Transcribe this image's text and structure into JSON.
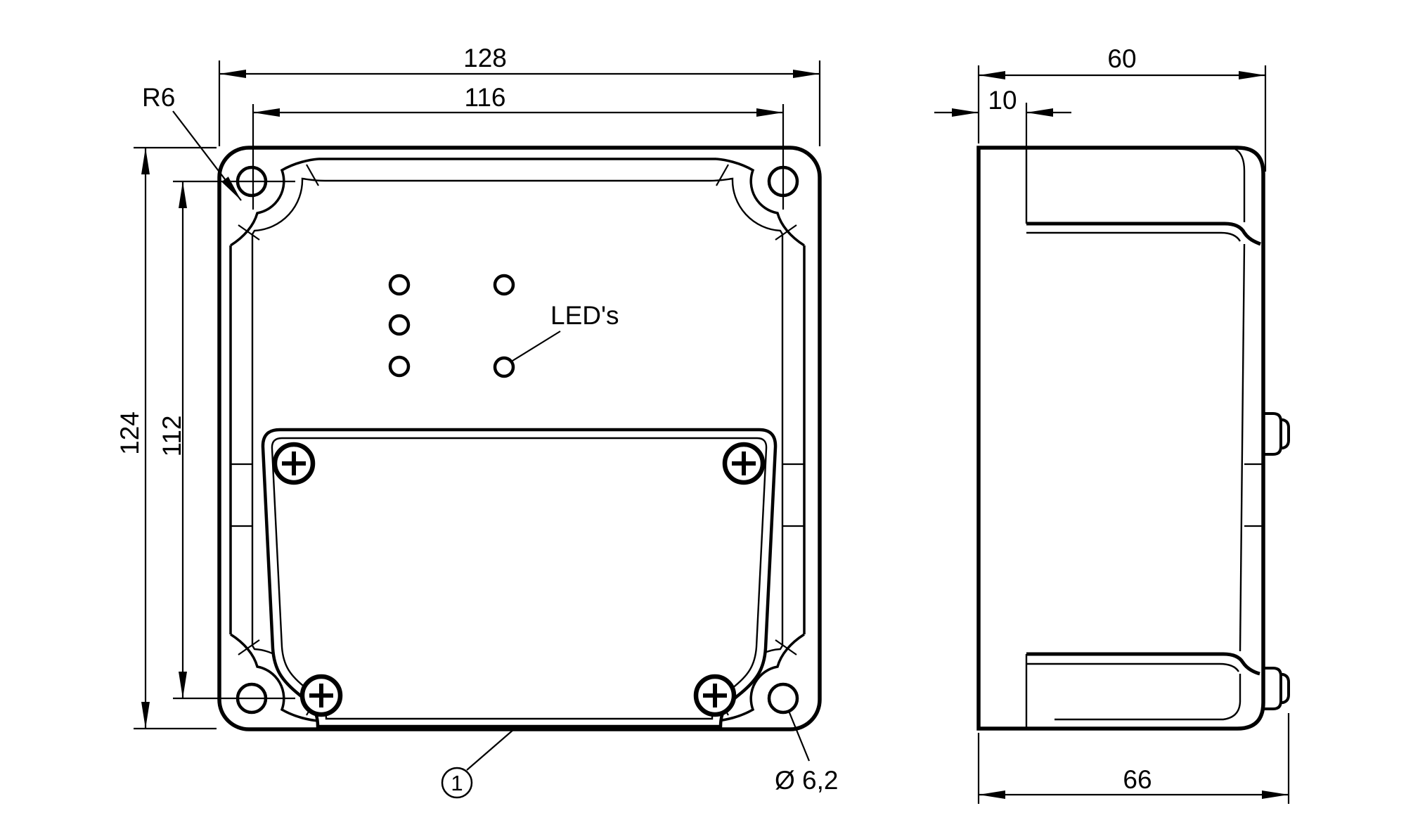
{
  "front": {
    "dim_width_overall": "128",
    "dim_width_holes": "116",
    "dim_height_overall": "124",
    "dim_height_holes": "112",
    "corner_radius": "R6",
    "led_label": "LED's",
    "hole_diameter": "Ø 6,2",
    "callout_1": "1"
  },
  "side": {
    "dim_depth_overall": "60",
    "dim_backplate": "10",
    "dim_depth_lower": "66"
  },
  "colors": {
    "line": "#000000",
    "background": "#ffffff"
  }
}
